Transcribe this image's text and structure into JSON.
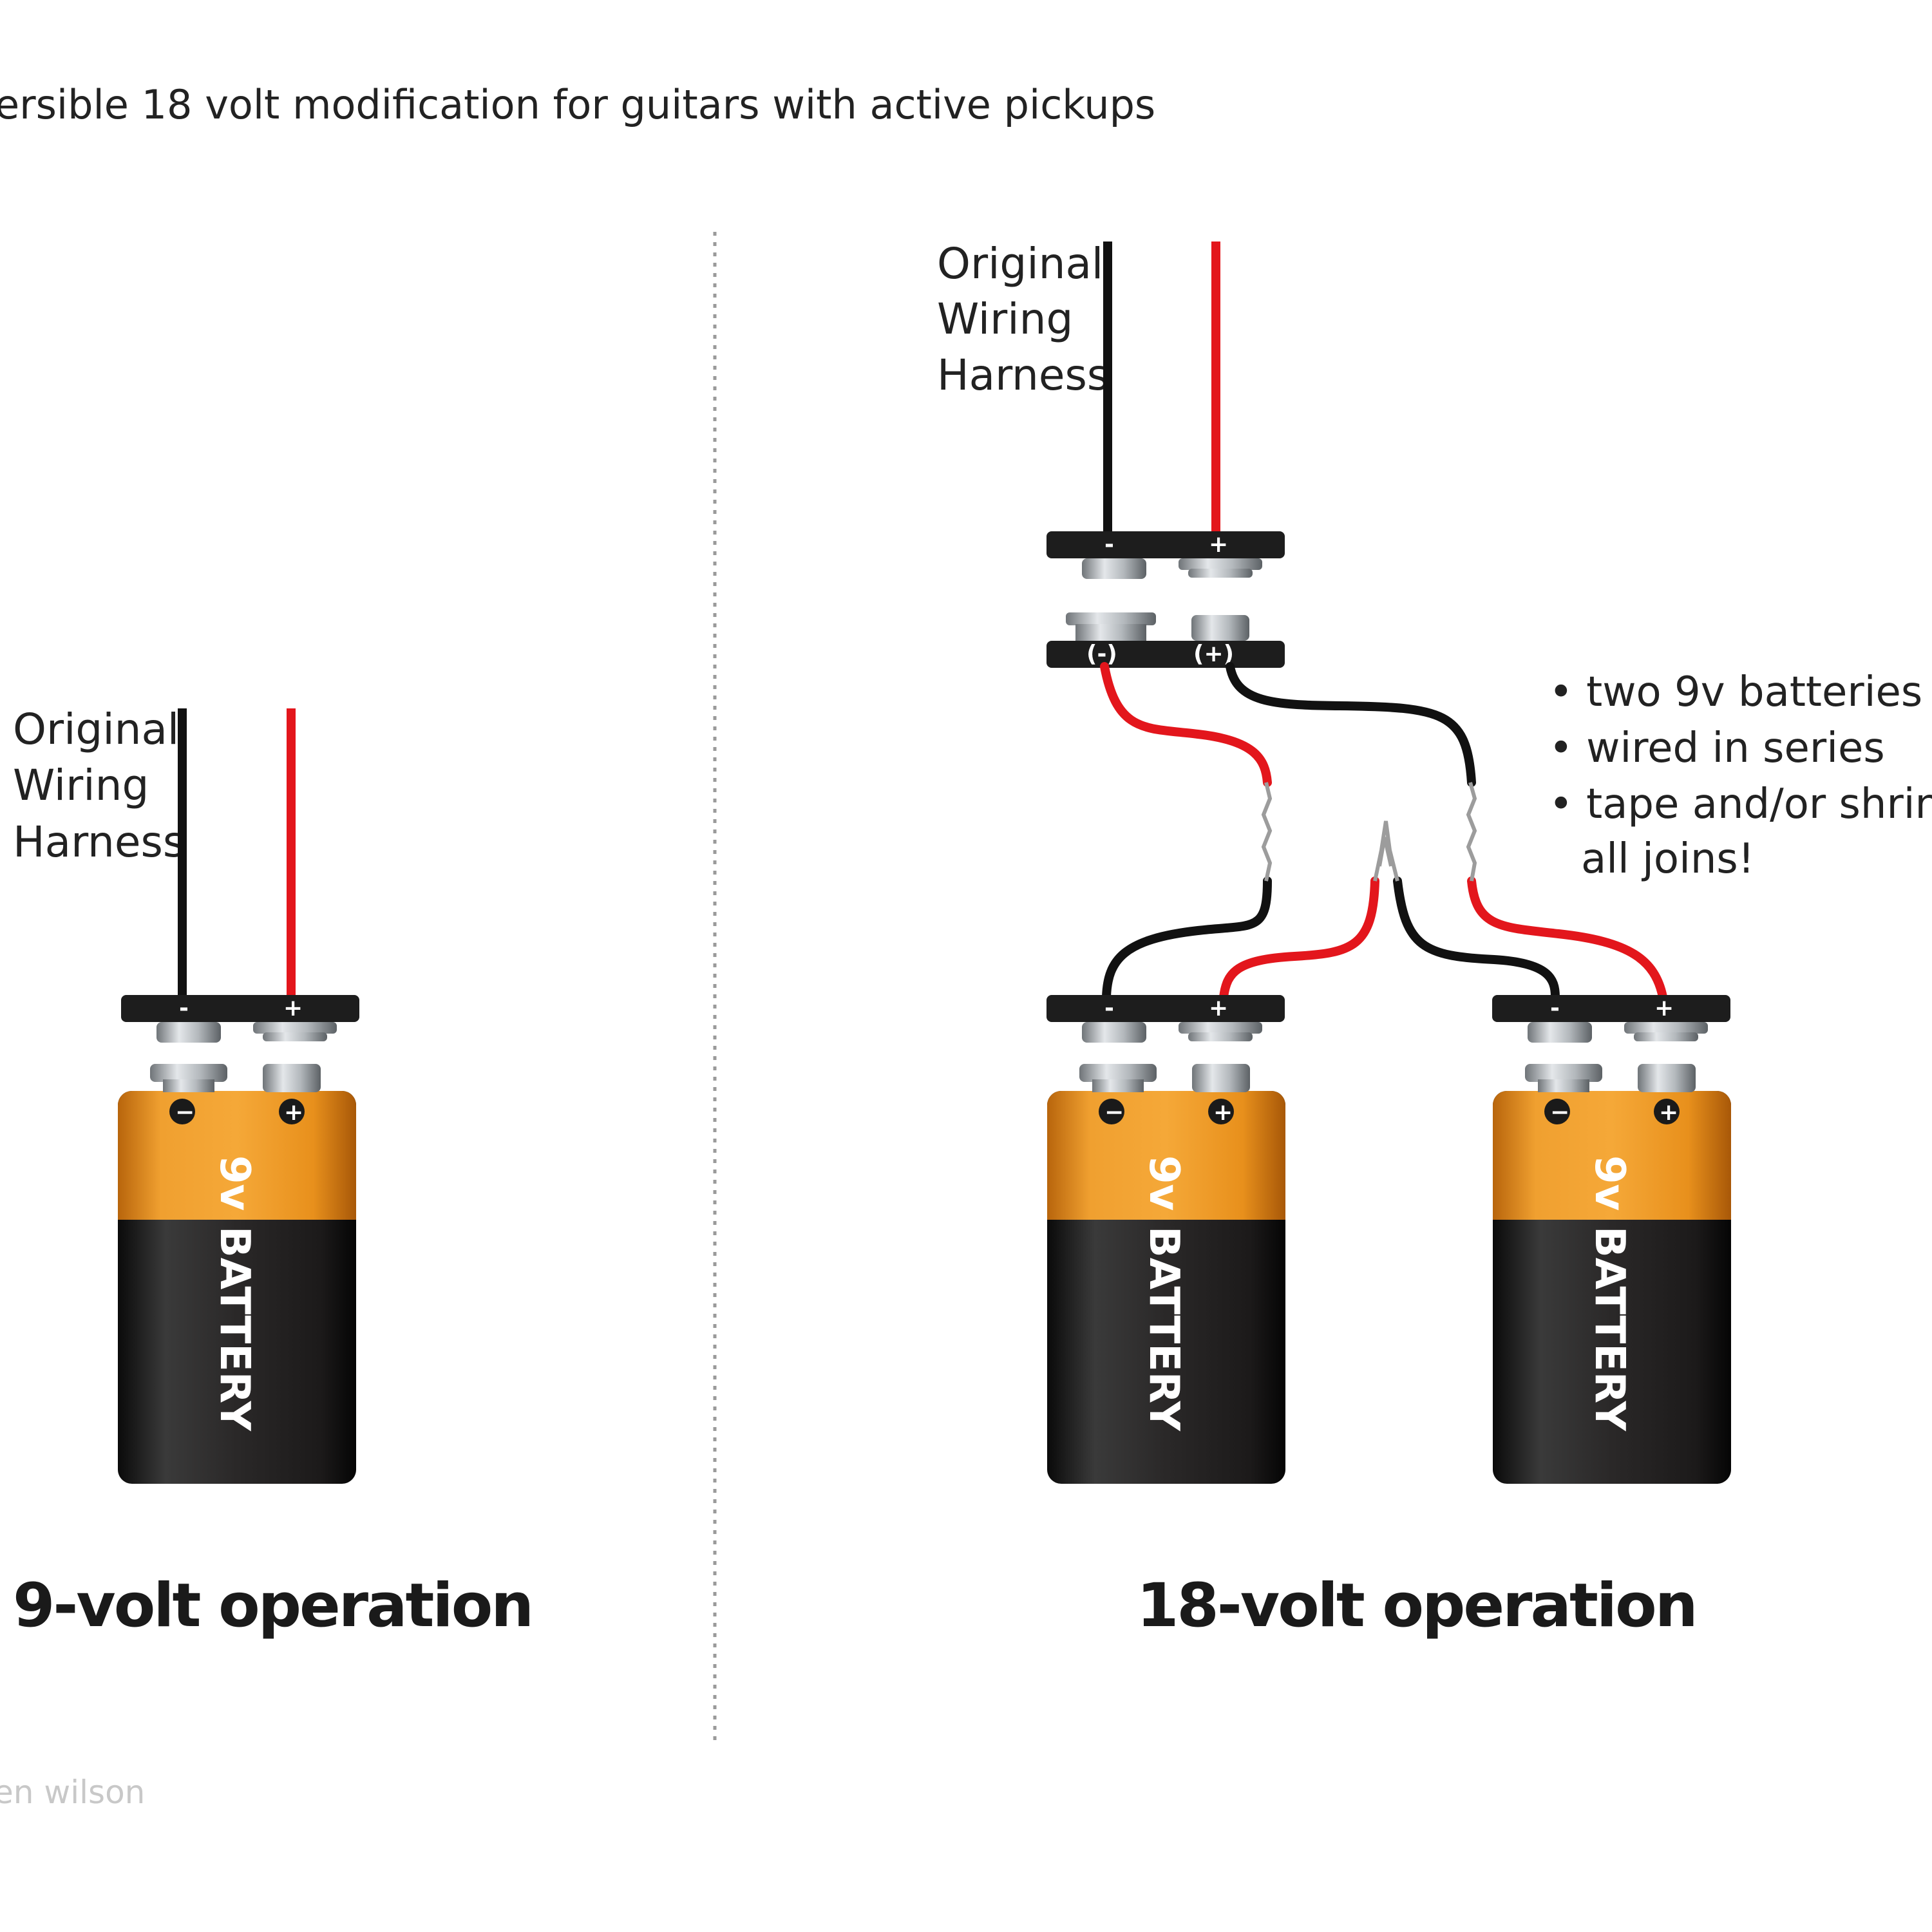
{
  "subtitle": "ersible 18 volt modification for guitars with active pickups",
  "credit": "en wilson",
  "colors": {
    "wire_red": "#e3161c",
    "wire_black": "#111111",
    "battery_orange": "#e8901c",
    "battery_black": "#231f20",
    "divider": "#9a9a9a"
  },
  "left_panel": {
    "heading": "9-volt operation",
    "harness_label": [
      "Original",
      "Wiring",
      "Harness"
    ],
    "clip_terminals": [
      "-",
      "+"
    ],
    "battery": {
      "voltage": "9v",
      "label": "BATTERY",
      "terminals": [
        "−",
        "+"
      ]
    }
  },
  "right_panel": {
    "heading": "18-volt operation",
    "harness_label": [
      "Original",
      "Wiring",
      "Harness"
    ],
    "clip_terminals": [
      "-",
      "+"
    ],
    "adapter_terminals": [
      "(-)",
      "(+)"
    ],
    "notes": [
      "• two 9v batteries",
      "• wired in series",
      "• tape and/or shrink",
      "all joins!"
    ],
    "batteries": [
      {
        "voltage": "9v",
        "label": "BATTERY",
        "terminals": [
          "−",
          "+"
        ]
      },
      {
        "voltage": "9v",
        "label": "BATTERY",
        "terminals": [
          "−",
          "+"
        ]
      }
    ]
  }
}
